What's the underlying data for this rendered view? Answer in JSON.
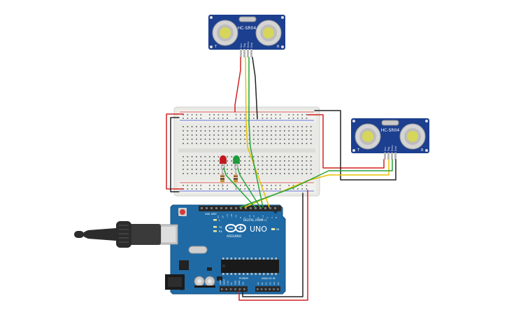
{
  "sensor_top": {
    "label": "HC-SR04",
    "left_mark": "T",
    "right_mark": "R",
    "pins": [
      "Vcc",
      "Trig",
      "Echo",
      "Gnd"
    ]
  },
  "sensor_right": {
    "label": "HC-SR04",
    "left_mark": "T",
    "right_mark": "R",
    "pins": [
      "Vcc",
      "Trig",
      "Echo",
      "Gnd"
    ]
  },
  "arduino": {
    "model": "UNO",
    "brand": "ARDUINO",
    "digital_label": "DIGITAL (PWM~)",
    "power_label": "POWER",
    "analog_label": "ANALOG IN",
    "tx_label": "TX",
    "rx_label": "RX",
    "l_label": "L",
    "on_label": "ON",
    "aref_label": "AREF",
    "gnd_label": "GND",
    "digital_pins": [
      "13",
      "12",
      "~11",
      "~10",
      "~9",
      "8",
      "7",
      "~6",
      "~5",
      "4",
      "~3",
      "2",
      "1",
      "0"
    ],
    "power_pins": [
      "IOREF",
      "RESET",
      "3.3V",
      "5V",
      "GND",
      "GND",
      "Vin"
    ],
    "analog_pins": [
      "A0",
      "A1",
      "A2",
      "A3",
      "A4",
      "A5"
    ]
  },
  "leds": [
    {
      "color": "#c4161c"
    },
    {
      "color": "#1e9b3c"
    }
  ],
  "wire_colors": {
    "power": "#d32020",
    "ground": "#222222",
    "trig": "#e8c200",
    "echo": "#27a33a"
  },
  "board_color": "#1f6aa5",
  "sensor_color": "#1c3f8f"
}
